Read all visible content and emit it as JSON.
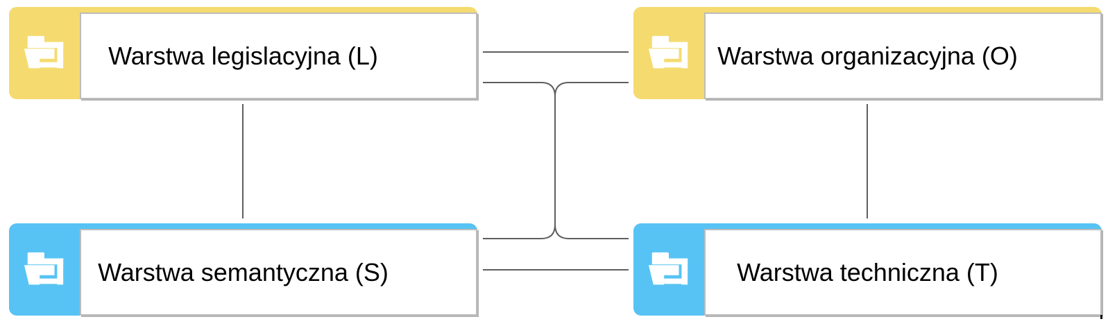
{
  "diagram": {
    "nodes": [
      {
        "id": "L",
        "label": "Warstwa legislacyjna (L)",
        "fill": "#f5db6f",
        "icon": "folder-icon"
      },
      {
        "id": "O",
        "label": "Warstwa organizacyjna (O)",
        "fill": "#f5db6f",
        "icon": "folder-icon"
      },
      {
        "id": "S",
        "label": "Warstwa semantyczna (S)",
        "fill": "#57c3f4",
        "icon": "folder-icon"
      },
      {
        "id": "T",
        "label": "Warstwa techniczna (T)",
        "fill": "#57c3f4",
        "icon": "folder-icon"
      }
    ],
    "edges": [
      {
        "from": "L",
        "to": "O",
        "shape": "straight-horizontal"
      },
      {
        "from": "L",
        "to": "S",
        "shape": "straight-vertical"
      },
      {
        "from": "O",
        "to": "T",
        "shape": "straight-vertical"
      },
      {
        "from": "S",
        "to": "T",
        "shape": "straight-horizontal"
      },
      {
        "from": "L",
        "to": "T",
        "shape": "bundled-center-trunk"
      },
      {
        "from": "O",
        "to": "S",
        "shape": "bundled-center-trunk"
      }
    ],
    "colors": {
      "node_yellow": "#f5db6f",
      "node_blue": "#57c3f4",
      "panel_bg": "#ffffff",
      "panel_border": "#bcbcbc",
      "connector": "#5e5e5e",
      "text": "#000000"
    }
  }
}
